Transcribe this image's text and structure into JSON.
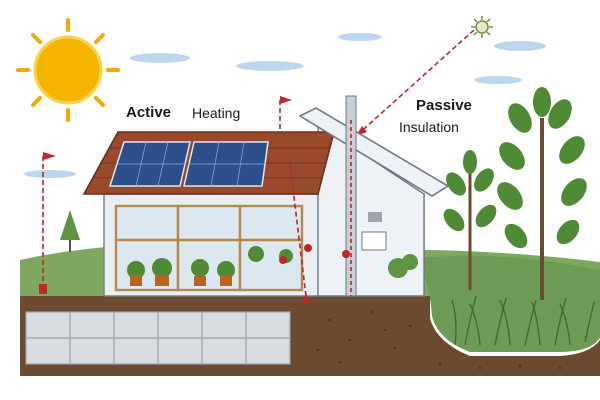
{
  "labels": {
    "active": "Active",
    "heating": "Heating",
    "passive": "Passive",
    "insulation": "Insulation"
  },
  "colors": {
    "sky": "#ffffff",
    "sun": "#f5b400",
    "cloud": "#bcd6ee",
    "roof": "#9a4a2c",
    "solar_panel": "#2c4f8c",
    "wall": "#e9eef3",
    "grass": "#6d9a55",
    "soil": "#6b4a2f",
    "foundation": "#d9dde0",
    "pipe_red": "#c0262a",
    "tree_leaf": "#4f8a34"
  },
  "icons": [
    "sun-icon",
    "virus-icon",
    "flag-icon",
    "solar-panel-icon",
    "tree-icon",
    "chimney-pipe-icon"
  ]
}
